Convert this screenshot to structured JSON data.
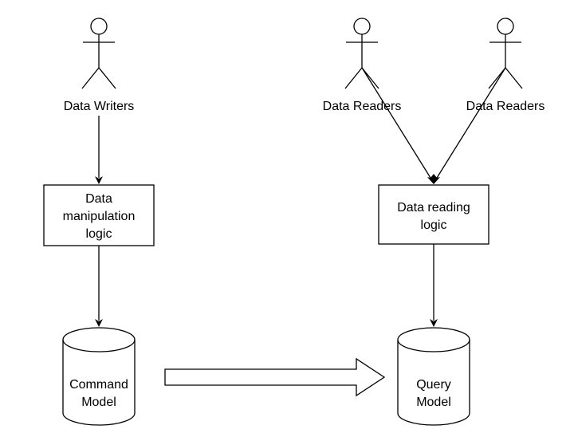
{
  "diagram": {
    "actors": [
      {
        "id": "writers",
        "label": "Data Writers"
      },
      {
        "id": "readers_1",
        "label": "Data Readers"
      },
      {
        "id": "readers_2",
        "label": "Data Readers"
      }
    ],
    "processes": [
      {
        "id": "manipulation",
        "lines": [
          "Data",
          "manipulation",
          "logic"
        ]
      },
      {
        "id": "reading",
        "lines": [
          "Data reading",
          "logic"
        ]
      }
    ],
    "stores": [
      {
        "id": "command",
        "lines": [
          "Command",
          "Model"
        ]
      },
      {
        "id": "query",
        "lines": [
          "Query",
          "Model"
        ]
      }
    ],
    "edges": [
      {
        "from": "writers",
        "to": "manipulation"
      },
      {
        "from": "manipulation",
        "to": "command"
      },
      {
        "from": "readers_1",
        "to": "reading"
      },
      {
        "from": "readers_2",
        "to": "reading"
      },
      {
        "from": "reading",
        "to": "query"
      },
      {
        "from": "command",
        "to": "query",
        "style": "block-arrow"
      }
    ]
  }
}
